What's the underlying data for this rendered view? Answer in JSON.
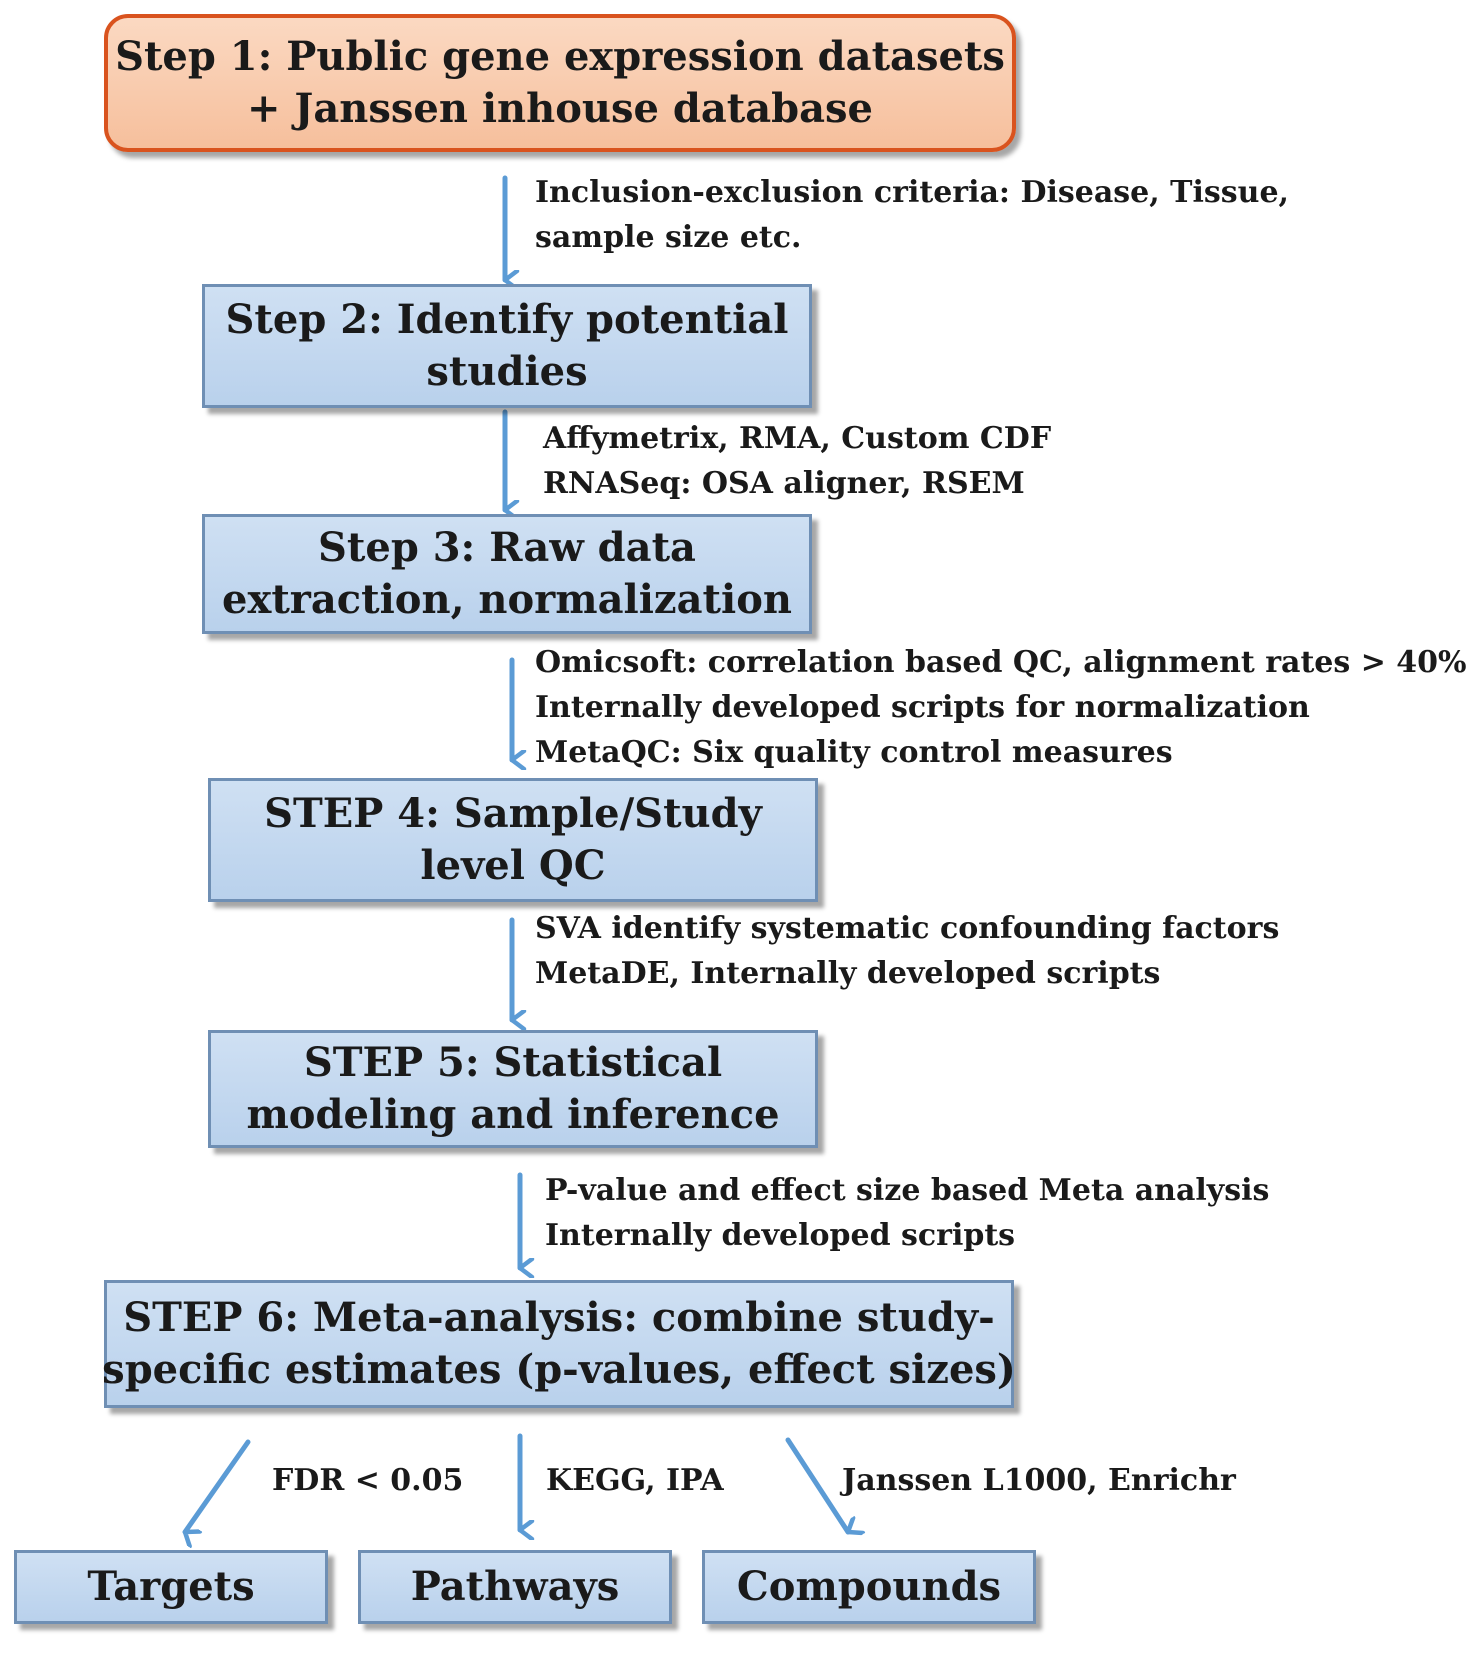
{
  "steps": {
    "step1": {
      "lines": [
        "Step 1: Public gene expression datasets",
        "+ Janssen inhouse database"
      ]
    },
    "step2": {
      "lines": [
        "Step 2: Identify potential",
        "studies"
      ]
    },
    "step3": {
      "lines": [
        "Step 3: Raw data",
        "extraction, normalization"
      ]
    },
    "step4": {
      "lines": [
        "STEP 4: Sample/Study",
        "level QC"
      ]
    },
    "step5": {
      "lines": [
        "STEP 5: Statistical",
        "modeling and inference"
      ]
    },
    "step6": {
      "lines": [
        "STEP 6: Meta-analysis: combine study-",
        "specific estimates (p-values, effect sizes)"
      ]
    }
  },
  "transitions": {
    "t1": {
      "lines": [
        "Inclusion-exclusion criteria: Disease, Tissue,",
        "sample size etc."
      ]
    },
    "t2": {
      "lines": [
        "Affymetrix, RMA, Custom CDF",
        "RNASeq: OSA aligner, RSEM"
      ]
    },
    "t3": {
      "lines": [
        "Omicsoft: correlation based QC, alignment rates > 40%",
        "Internally developed scripts for normalization",
        "MetaQC: Six quality control measures"
      ]
    },
    "t4": {
      "lines": [
        "SVA identify systematic confounding factors",
        "MetaDE, Internally developed scripts"
      ]
    },
    "t5": {
      "lines": [
        "P-value and effect size based Meta analysis",
        "Internally developed scripts"
      ]
    }
  },
  "branches": {
    "targets": {
      "label": "FDR < 0.05"
    },
    "pathways": {
      "label": "KEGG, IPA"
    },
    "compounds": {
      "label": "Janssen L1000, Enrichr"
    }
  },
  "outputs": {
    "targets": "Targets",
    "pathways": "Pathways",
    "compounds": "Compounds"
  },
  "colors": {
    "arrow": "#5b9bd5",
    "box_fill": "#c6dbf1",
    "box_border": "#6f8fb4",
    "start_fill": "#f8c9a8",
    "start_border": "#d9531e"
  }
}
